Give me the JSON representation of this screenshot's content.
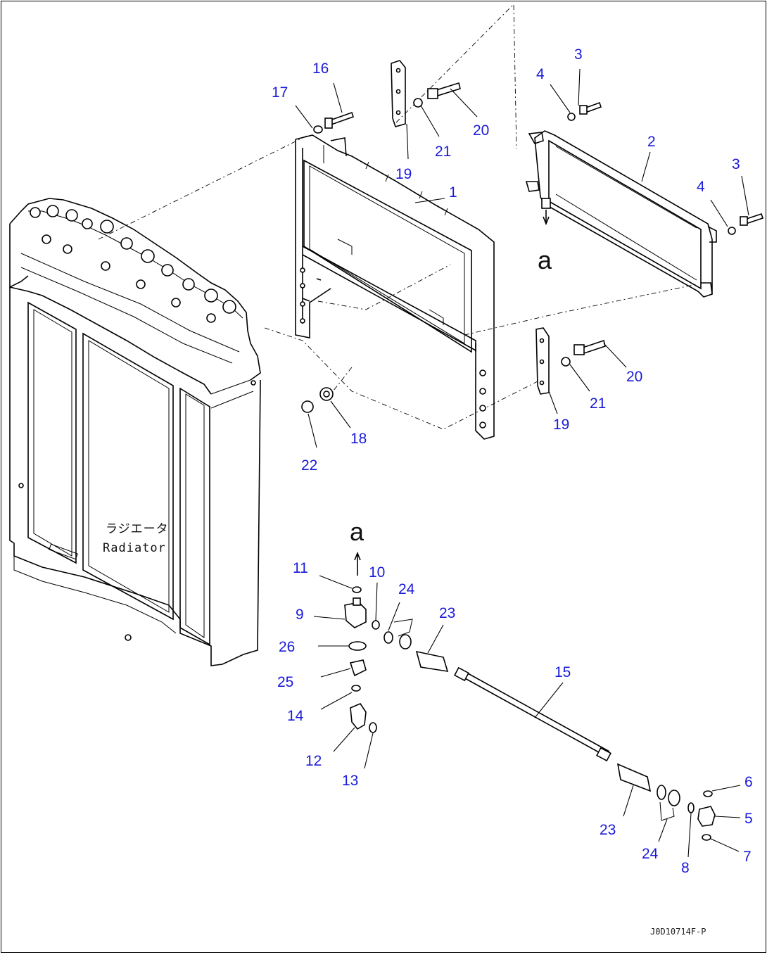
{
  "diagram": {
    "radiator_label_jp": "ラジエータ",
    "radiator_label_en": "Radiator",
    "ref_top": "a",
    "ref_bottom": "a",
    "drawing_code": "J0D10714F-P",
    "part_numbers": {
      "p1": "1",
      "p2": "2",
      "p3a": "3",
      "p3b": "3",
      "p4a": "4",
      "p4b": "4",
      "p5": "5",
      "p6": "6",
      "p7": "7",
      "p8": "8",
      "p9": "9",
      "p10": "10",
      "p11": "11",
      "p12": "12",
      "p13": "13",
      "p14": "14",
      "p15": "15",
      "p16": "16",
      "p17": "17",
      "p18": "18",
      "p19a": "19",
      "p19b": "19",
      "p20a": "20",
      "p20b": "20",
      "p21a": "21",
      "p21b": "21",
      "p22": "22",
      "p23a": "23",
      "p23b": "23",
      "p24a": "24",
      "p24b": "24",
      "p25": "25",
      "p26": "26"
    }
  }
}
